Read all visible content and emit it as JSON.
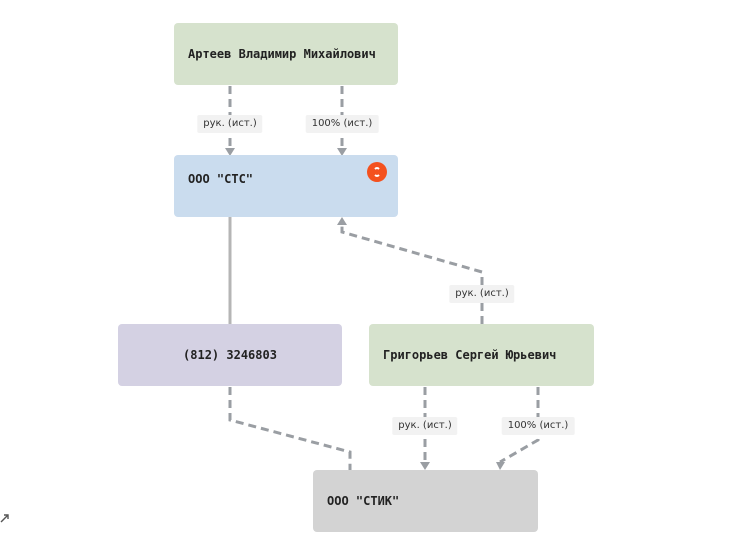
{
  "nodes": {
    "arteev": {
      "label": "Артеев Владимир Михайлович",
      "color": "#d6e2cd"
    },
    "sts": {
      "label": "ООО \"СТС\"",
      "color": "#cadcee"
    },
    "phone": {
      "label": "(812) 3246803",
      "color": "#d4d1e3"
    },
    "grigoriev": {
      "label": "Григорьев Сергей Юрьевич",
      "color": "#d6e2cd"
    },
    "stik": {
      "label": "ООО \"СТИК\"",
      "color": "#d3d3d3"
    }
  },
  "edges": {
    "arteev_sts_head": "рук. (ист.)",
    "arteev_sts_share": "100% (ист.)",
    "grigoriev_sts_head": "рук. (ист.)",
    "grigoriev_stik_head": "рук. (ист.)",
    "grigoriev_stik_share": "100% (ист.)"
  },
  "colors": {
    "edge_dashed": "#9a9ea3",
    "edge_solid": "#b5b5b5",
    "badge": "#f4511e"
  },
  "icons": {
    "badge": "alert-badge-icon",
    "corner": "arrow-diagonal-icon"
  }
}
